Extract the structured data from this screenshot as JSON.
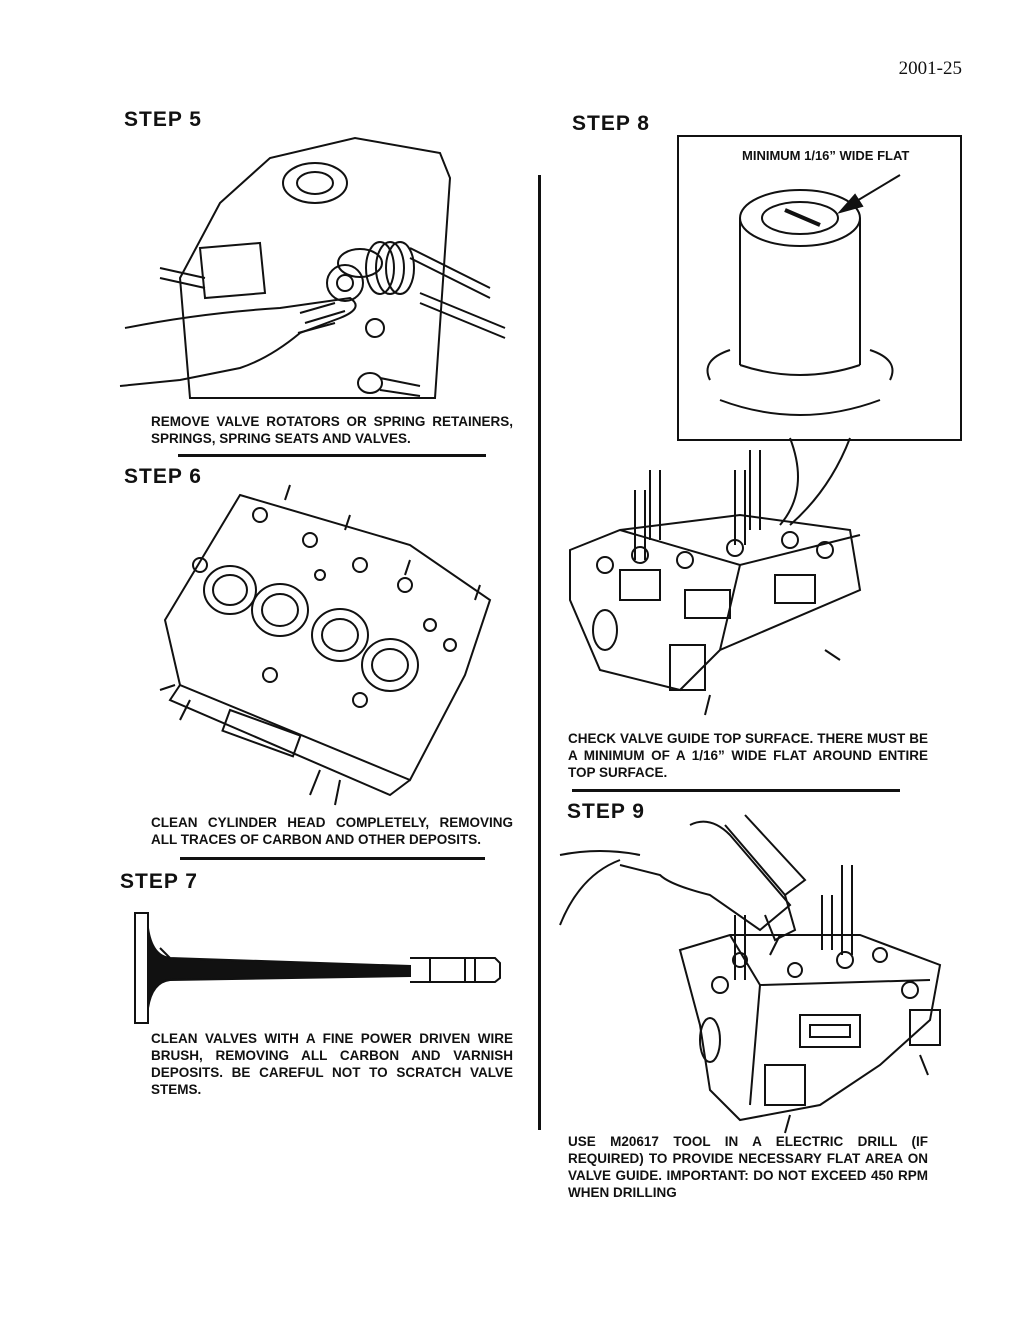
{
  "page_number": "2001-25",
  "steps": {
    "step5": {
      "title": "STEP 5",
      "caption": "REMOVE VALVE ROTATORS OR SPRING RETAINERS, SPRINGS, SPRING SEATS AND VALVES."
    },
    "step6": {
      "title": "STEP 6",
      "caption": "CLEAN CYLINDER HEAD COMPLETELY, REMOVING ALL TRACES OF CARBON AND OTHER DEPOSITS."
    },
    "step7": {
      "title": "STEP 7",
      "caption": "CLEAN VALVES WITH A FINE POWER DRIVEN WIRE BRUSH, REMOVING ALL CARBON AND VARNISH DEPOSITS. BE CAREFUL NOT TO SCRATCH VALVE STEMS."
    },
    "step8": {
      "title": "STEP 8",
      "callout": "MINIMUM 1/16” WIDE FLAT",
      "caption": "CHECK VALVE GUIDE TOP SURFACE. THERE MUST BE A MINIMUM OF A 1/16” WIDE FLAT AROUND ENTIRE TOP SURFACE."
    },
    "step9": {
      "title": "STEP 9",
      "caption": "USE M20617 TOOL IN A ELECTRIC DRILL (IF REQUIRED) TO PROVIDE NECESSARY FLAT AREA ON VALVE GUIDE. IMPORTANT: DO NOT EXCEED 450 RPM WHEN DRILLING"
    }
  }
}
